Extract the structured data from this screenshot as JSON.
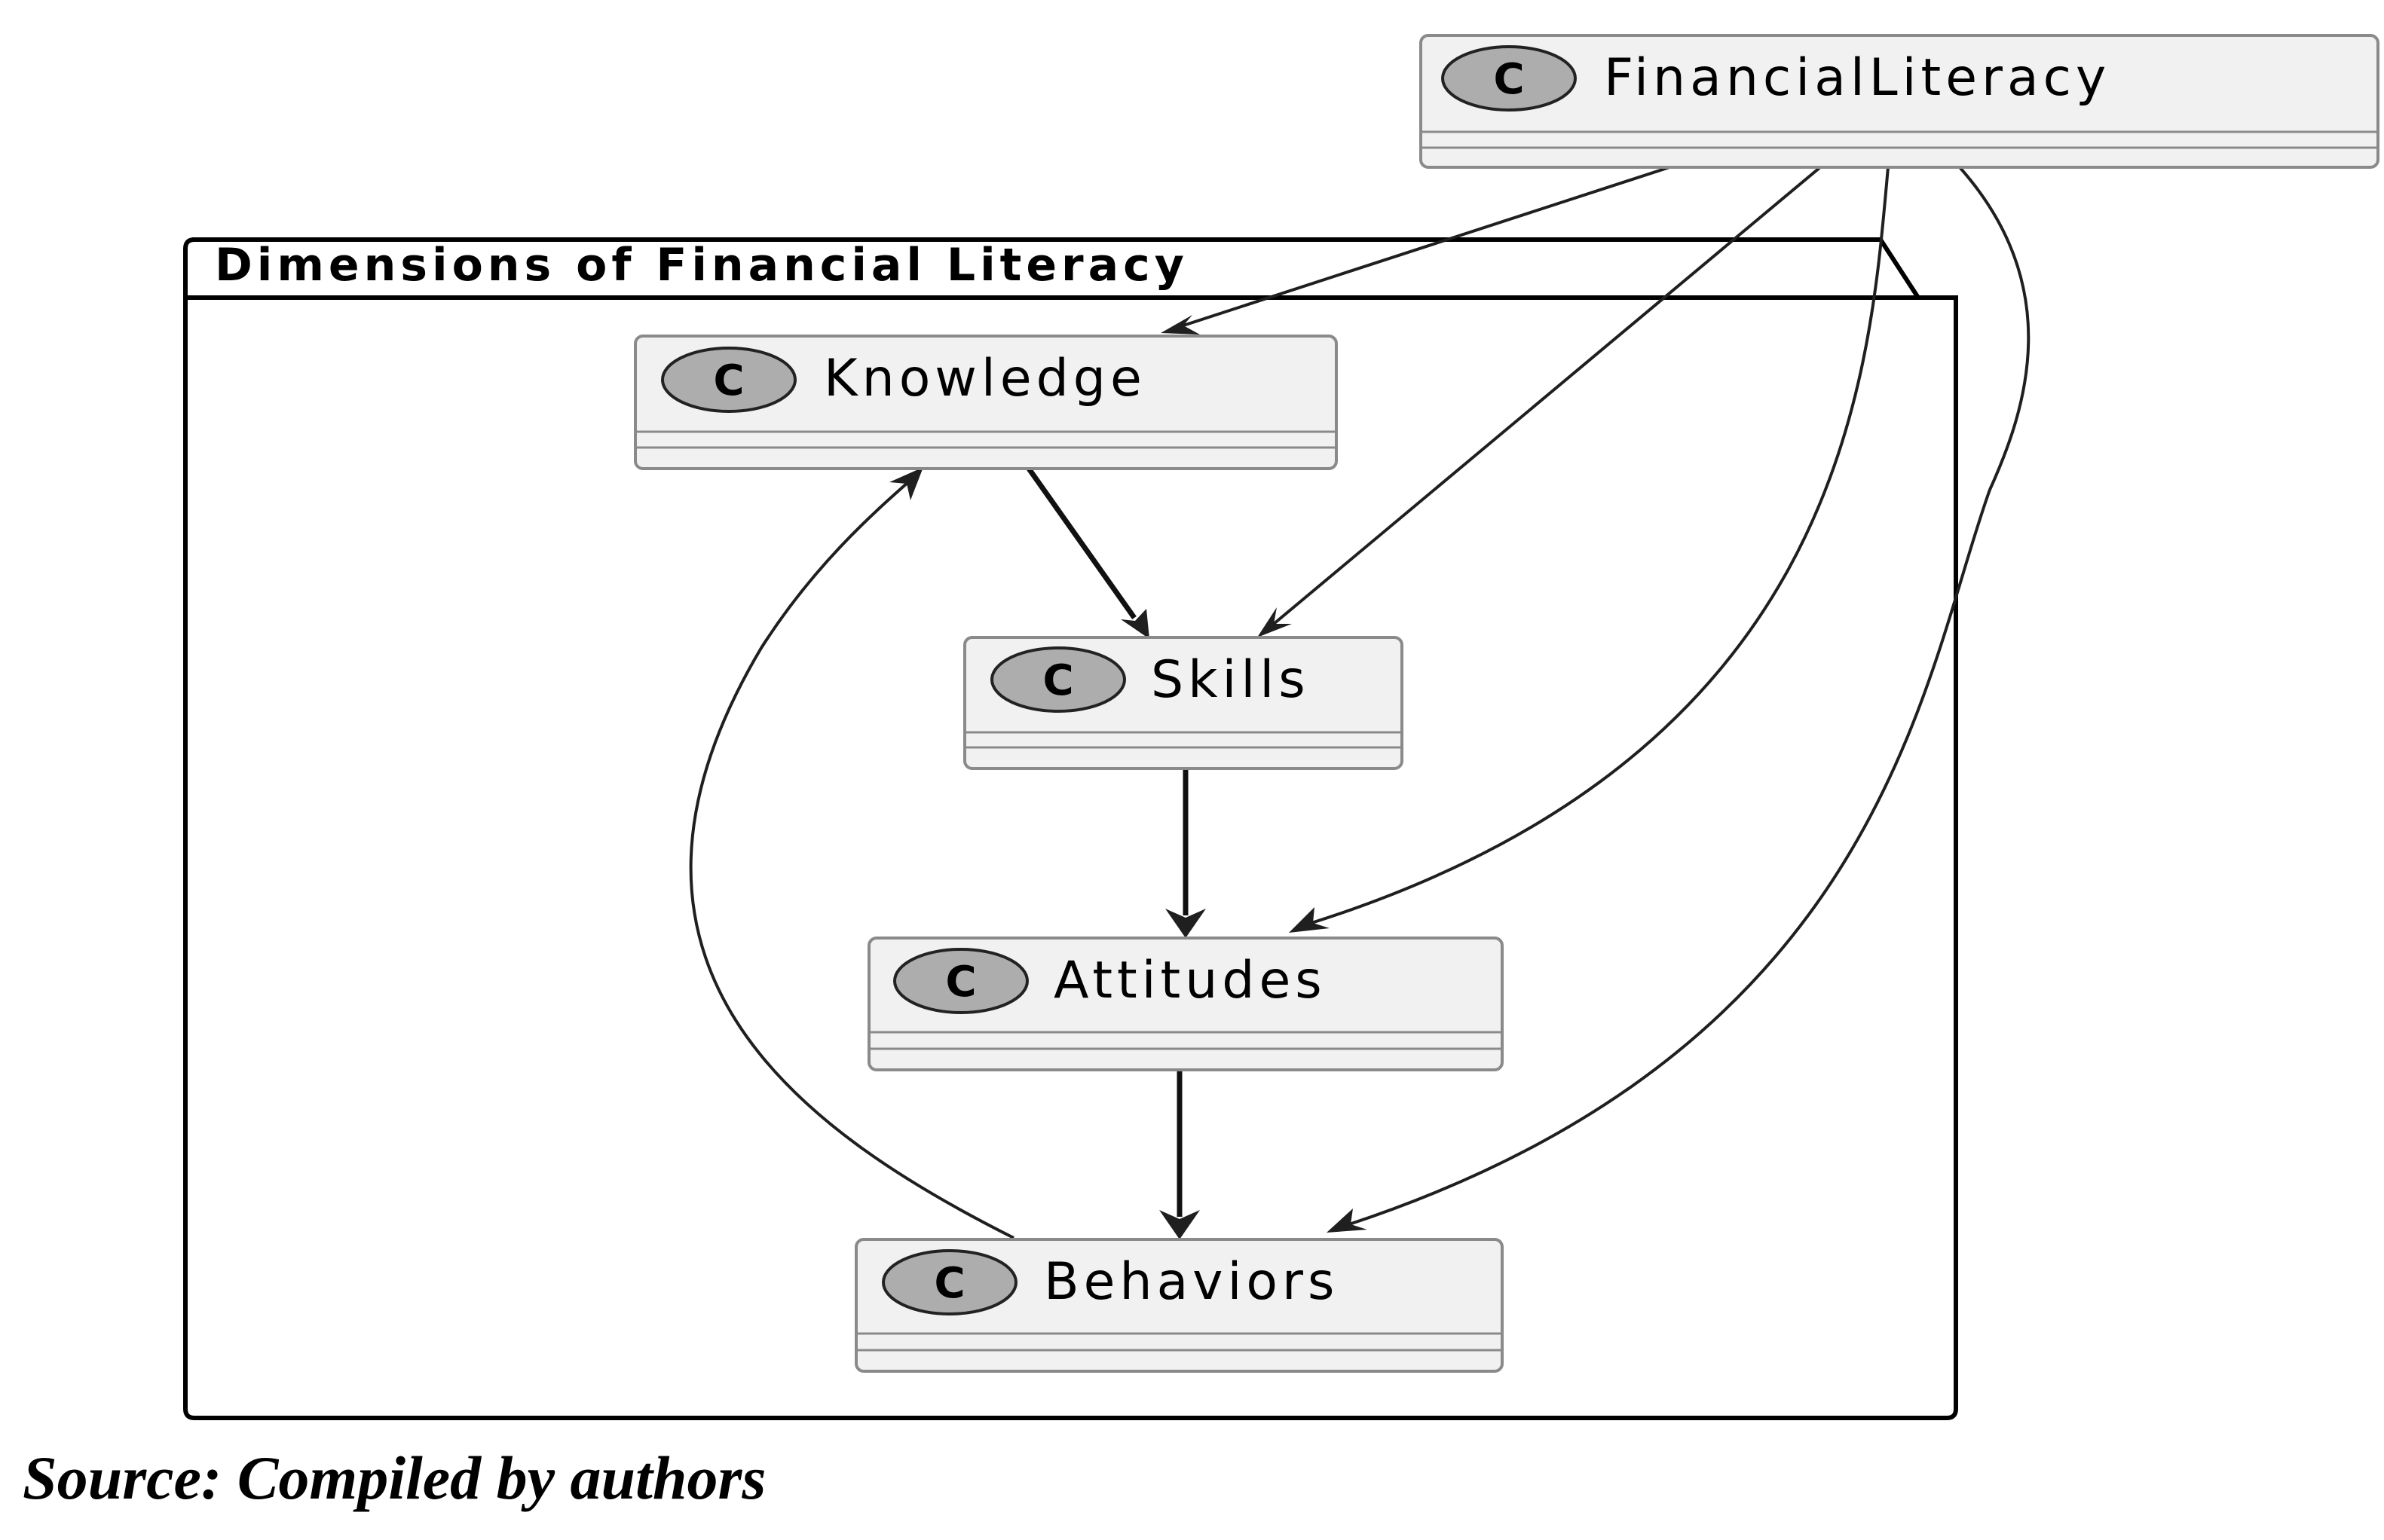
{
  "diagram": {
    "package": {
      "title": "Dimensions of Financial Literacy"
    },
    "classes": {
      "financial_literacy": {
        "badge": "C",
        "name": "FinancialLiteracy"
      },
      "knowledge": {
        "badge": "C",
        "name": "Knowledge"
      },
      "skills": {
        "badge": "C",
        "name": "Skills"
      },
      "attitudes": {
        "badge": "C",
        "name": "Attitudes"
      },
      "behaviors": {
        "badge": "C",
        "name": "Behaviors"
      }
    },
    "edges": [
      {
        "from": "FinancialLiteracy",
        "to": "Knowledge"
      },
      {
        "from": "FinancialLiteracy",
        "to": "Skills"
      },
      {
        "from": "FinancialLiteracy",
        "to": "Attitudes"
      },
      {
        "from": "FinancialLiteracy",
        "to": "Behaviors"
      },
      {
        "from": "Knowledge",
        "to": "Skills"
      },
      {
        "from": "Skills",
        "to": "Attitudes"
      },
      {
        "from": "Attitudes",
        "to": "Behaviors"
      },
      {
        "from": "Behaviors",
        "to": "Knowledge"
      }
    ]
  },
  "caption": {
    "source": "Source: Compiled by authors"
  }
}
